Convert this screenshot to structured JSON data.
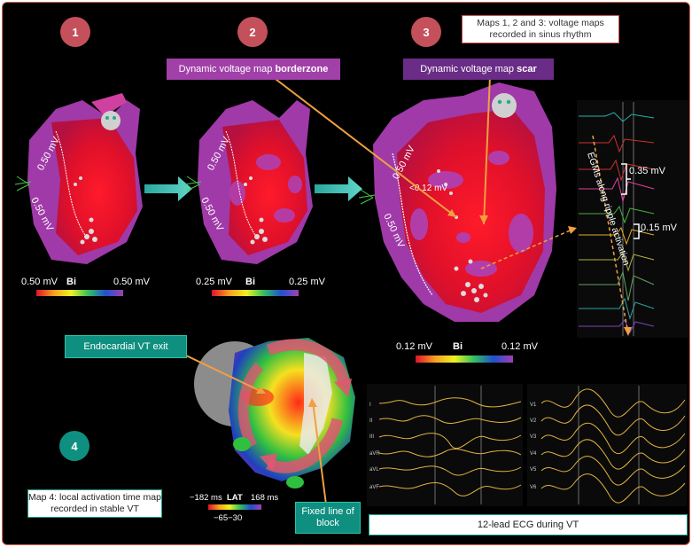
{
  "step_numbers": [
    "1",
    "2",
    "3",
    "4"
  ],
  "info_box_top": "Maps 1, 2 and 3: voltage maps recorded in sinus rhythm",
  "tags": {
    "borderzone_prefix": "Dynamic voltage map ",
    "borderzone_bold": "borderzone",
    "scar_prefix": "Dynamic voltage map ",
    "scar_bold": "scar",
    "vt_exit": "Endocardial VT exit",
    "fixed_line": "Fixed line of block"
  },
  "map1": {
    "contour_top": "0.50 mV",
    "contour_bottom": "0.50 mV",
    "scale_left": "0.50 mV",
    "scale_mid": "Bi",
    "scale_right": "0.50 mV"
  },
  "map2": {
    "contour_top": "0.50 mV",
    "contour_bottom": "0.50 mV",
    "scale_left": "0.25 mV",
    "scale_mid": "Bi",
    "scale_right": "0.25 mV"
  },
  "map3": {
    "contour_top": "0.50 mV",
    "contour_inner": "<0.12 mV",
    "contour_bottom": "0.50 mV",
    "scale_left": "0.12 mV",
    "scale_mid": "Bi",
    "scale_right": "0.12 mV"
  },
  "egm": {
    "label": "EGMs along ripple activation",
    "amp1": "0.35 mV",
    "amp2": "0.15 mV"
  },
  "lat": {
    "left": "−182 ms",
    "mid": "LAT",
    "right": "168 ms",
    "sub": "−65−30"
  },
  "map4_box": "Map 4: local activation time map recorded in stable VT",
  "ecg_box": "12-lead ECG during VT",
  "ecg_leads_left": [
    "I",
    "II",
    "III",
    "aVR",
    "aVL",
    "aVF"
  ],
  "ecg_leads_right": [
    "V1",
    "V2",
    "V3",
    "V4",
    "V5",
    "V6"
  ],
  "colors": {
    "accent_red": "#c4505b",
    "teal": "#0f8f80",
    "purple": "#a040a8",
    "dark_purple": "#6a2c86",
    "arrow_orange": "#f0a040"
  }
}
